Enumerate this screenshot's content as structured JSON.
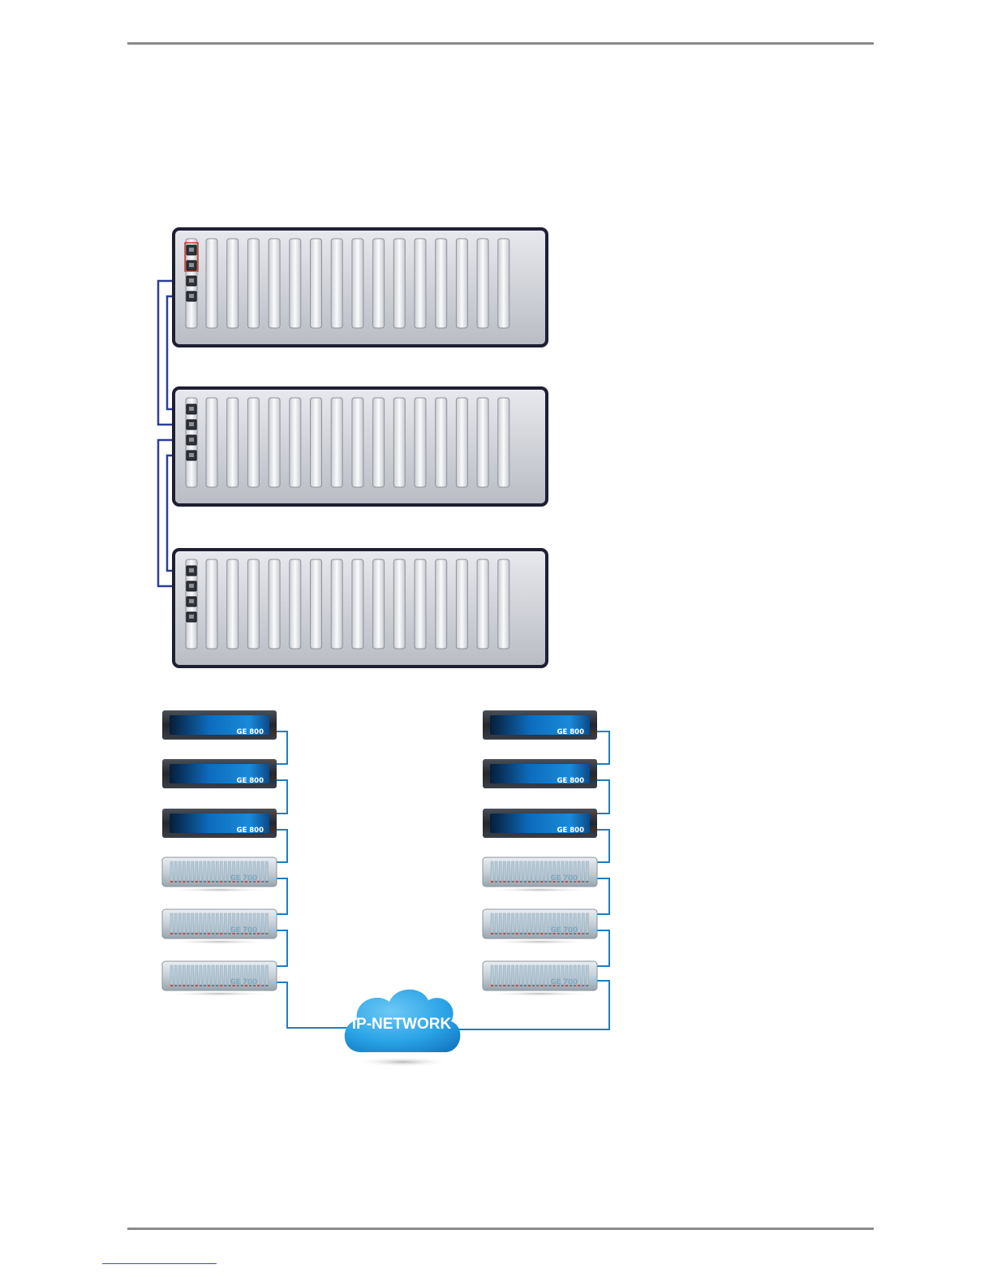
{
  "colors": {
    "chassis_border": "#1f1f33",
    "chassis_fill": "#d4d6dc",
    "card_fill": "#f4f5f7",
    "rack_link": "#2b3e9a",
    "network_link": "#1a7fc4",
    "highlight": "#d23a2a",
    "ge800_body": "#2c3038",
    "ge800_screen": "#0c64b0",
    "ge700_body": "#cfd7de",
    "cloud": "#2aa3e6",
    "rule": "#8a8a8a"
  },
  "chassis": [
    {
      "name": "rack-chassis-1",
      "slots": 16,
      "ports": 4
    },
    {
      "name": "rack-chassis-2",
      "slots": 16,
      "ports": 4
    },
    {
      "name": "rack-chassis-3",
      "slots": 16,
      "ports": 4
    }
  ],
  "devices": {
    "left": [
      {
        "model": "GE 800",
        "type": "ge800"
      },
      {
        "model": "GE 800",
        "type": "ge800"
      },
      {
        "model": "GE 800",
        "type": "ge800"
      },
      {
        "model": "GE 700",
        "type": "ge700"
      },
      {
        "model": "GE 700",
        "type": "ge700"
      },
      {
        "model": "GE 700",
        "type": "ge700"
      }
    ],
    "right": [
      {
        "model": "GE 800",
        "type": "ge800"
      },
      {
        "model": "GE 800",
        "type": "ge800"
      },
      {
        "model": "GE 800",
        "type": "ge800"
      },
      {
        "model": "GE 700",
        "type": "ge700"
      },
      {
        "model": "GE 700",
        "type": "ge700"
      },
      {
        "model": "GE 700",
        "type": "ge700"
      }
    ]
  },
  "network": {
    "label": "IP-NETWORK"
  }
}
